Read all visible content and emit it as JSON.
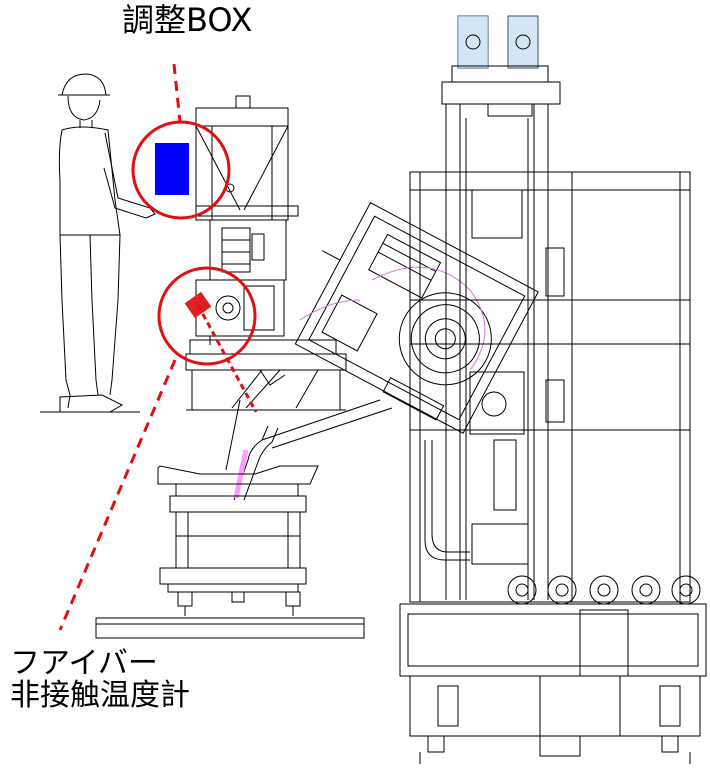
{
  "callouts": {
    "adjust_box": {
      "label": "調整BOX",
      "marker_color": "#0000ff"
    },
    "fiber_sensor": {
      "line1": "フアイバー",
      "line2": "非接触温度計",
      "marker_color": "#e02020"
    },
    "highlight_color": "#e01010",
    "leader_color": "#e01010"
  },
  "drawing": {
    "line_color": "#000000",
    "accent_color": "#ffb0ff",
    "valve_color": "#7aa9d8"
  }
}
